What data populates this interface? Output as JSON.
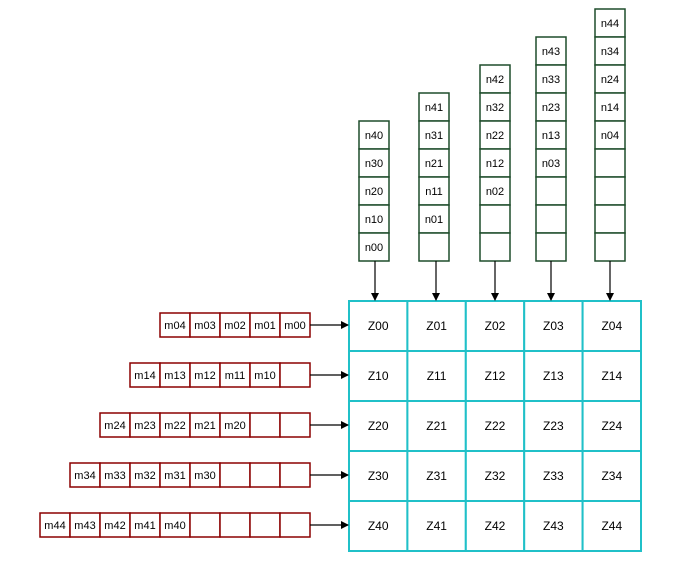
{
  "colors": {
    "n_cells": "#1e4d2b",
    "m_cells": "#8b0000",
    "grid": "#20c0c8",
    "arrow": "#000000",
    "text": "#000000"
  },
  "n_columns": [
    {
      "labels": [
        "n40",
        "n30",
        "n20",
        "n10",
        "n00"
      ],
      "empty": 0
    },
    {
      "labels": [
        "n41",
        "n31",
        "n21",
        "n11",
        "n01"
      ],
      "empty": 1
    },
    {
      "labels": [
        "n42",
        "n32",
        "n22",
        "n12",
        "n02"
      ],
      "empty": 2
    },
    {
      "labels": [
        "n43",
        "n33",
        "n23",
        "n13",
        "n03"
      ],
      "empty": 3
    },
    {
      "labels": [
        "n44",
        "n34",
        "n24",
        "n14",
        "n04"
      ],
      "empty": 4
    }
  ],
  "m_rows": [
    {
      "labels": [
        "m04",
        "m03",
        "m02",
        "m01",
        "m00"
      ],
      "empty": 0
    },
    {
      "labels": [
        "m14",
        "m13",
        "m12",
        "m11",
        "m10"
      ],
      "empty": 1
    },
    {
      "labels": [
        "m24",
        "m23",
        "m22",
        "m21",
        "m20"
      ],
      "empty": 2
    },
    {
      "labels": [
        "m34",
        "m33",
        "m32",
        "m31",
        "m30"
      ],
      "empty": 3
    },
    {
      "labels": [
        "m44",
        "m43",
        "m42",
        "m41",
        "m40"
      ],
      "empty": 4
    }
  ],
  "z_grid": [
    [
      "Z00",
      "Z01",
      "Z02",
      "Z03",
      "Z04"
    ],
    [
      "Z10",
      "Z11",
      "Z12",
      "Z13",
      "Z14"
    ],
    [
      "Z20",
      "Z21",
      "Z22",
      "Z23",
      "Z24"
    ],
    [
      "Z30",
      "Z31",
      "Z32",
      "Z33",
      "Z34"
    ],
    [
      "Z40",
      "Z41",
      "Z42",
      "Z43",
      "Z44"
    ]
  ]
}
